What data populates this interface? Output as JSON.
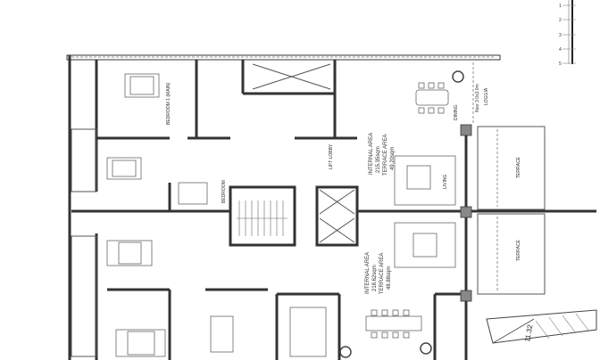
{
  "plan": {
    "rooms": {
      "bedroom_main": "BEDROOM 1 (MAIN)",
      "bedroom": "BEDROOM",
      "lift_lobby": "LIFT LOBBY",
      "dining": "DINING",
      "living_upper": "LIVING",
      "loggia": "LOGGIA",
      "loggia_size": "floor 3.0x3.0m",
      "terrace_upper": "TERRACE",
      "terrace_lower": "TERRACE"
    },
    "unit_upper": {
      "internal_label": "INTERNAL AREA",
      "internal_value": "215.35sqm",
      "terrace_label": "TERRACE AREA",
      "terrace_value": "49.20sqm"
    },
    "unit_lower": {
      "internal_label": "INTERNAL AREA",
      "internal_value": "218.62sqm",
      "terrace_label": "TERRACE AREA",
      "terrace_value": "48.88sqm"
    },
    "dimension": "11.32",
    "scale_bar": [
      "1",
      "2",
      "3",
      "4",
      "5"
    ]
  }
}
